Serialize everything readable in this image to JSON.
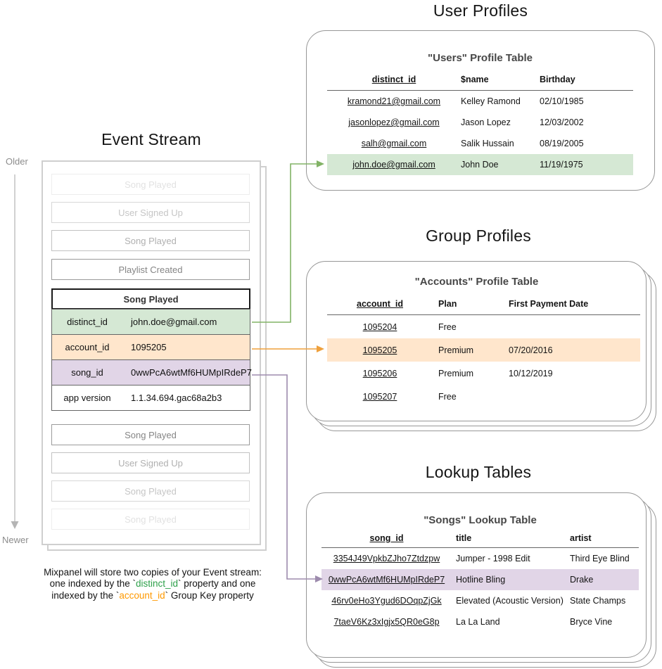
{
  "titles": {
    "event_stream": "Event Stream",
    "user_profiles": "User Profiles",
    "group_profiles": "Group Profiles",
    "lookup_tables": "Lookup Tables"
  },
  "timeline": {
    "older": "Older",
    "newer": "Newer"
  },
  "event_stream": {
    "events_before": [
      "Song Played",
      "User Signed Up",
      "Song Played",
      "Playlist Created"
    ],
    "expanded_event": {
      "title": "Song Played",
      "properties": [
        {
          "key": "distinct_id",
          "value": "john.doe@gmail.com",
          "highlight": "green"
        },
        {
          "key": "account_id",
          "value": "1095205",
          "highlight": "orange"
        },
        {
          "key": "song_id",
          "value": "0wwPcA6wtMf6HUMpIRdeP7",
          "highlight": "purple"
        },
        {
          "key": "app version",
          "value": "1.1.34.694.gac68a2b3",
          "highlight": "none"
        }
      ]
    },
    "events_after": [
      "Song Played",
      "User Signed Up",
      "Song Played",
      "Song Played"
    ]
  },
  "users_table": {
    "title": "\"Users\" Profile Table",
    "columns": [
      "distinct_id",
      "$name",
      "Birthday"
    ],
    "rows": [
      [
        "kramond21@gmail.com",
        "Kelley Ramond",
        "02/10/1985"
      ],
      [
        "jasonlopez@gmail.com",
        "Jason Lopez",
        "12/03/2002"
      ],
      [
        "salh@gmail.com",
        "Salik Hussain",
        "08/19/2005"
      ],
      [
        "john.doe@gmail.com",
        "John Doe",
        "11/19/1975"
      ]
    ],
    "highlighted_row_index": 3
  },
  "accounts_table": {
    "title": "\"Accounts\" Profile Table",
    "columns": [
      "account_id",
      "Plan",
      "First Payment Date"
    ],
    "rows": [
      [
        "1095204",
        "Free",
        ""
      ],
      [
        "1095205",
        "Premium",
        "07/20/2016"
      ],
      [
        "1095206",
        "Premium",
        "10/12/2019"
      ],
      [
        "1095207",
        "Free",
        ""
      ]
    ],
    "highlighted_row_index": 1
  },
  "songs_table": {
    "title": "\"Songs\" Lookup Table",
    "columns": [
      "song_id",
      "title",
      "artist"
    ],
    "rows": [
      [
        "3354J49VpkbZJho7Ztdzpw",
        "Jumper - 1998 Edit",
        "Third Eye Blind"
      ],
      [
        "0wwPcA6wtMf6HUMpIRdeP7",
        "Hotline Bling",
        "Drake"
      ],
      [
        "46rv0eHo3Ygud6DOqpZjGk",
        "Elevated (Acoustic Version)",
        "State Champs"
      ],
      [
        "7taeV6Kz3xIgjx5QR0eG8p",
        "La La Land",
        "Bryce Vine"
      ]
    ],
    "highlighted_row_index": 1
  },
  "caption": {
    "line1": "Mixpanel will store two copies of your Event stream:",
    "line2_pre": "one indexed by the `",
    "line2_code": "distinct_id",
    "line2_post": "` property and one",
    "line3_pre": "indexed by the `",
    "line3_code": "account_id",
    "line3_post": "` Group Key property"
  },
  "colors": {
    "green_fill": "#d5e8d4",
    "orange_fill": "#ffe6cc",
    "purple_fill": "#e1d5e7",
    "green_stroke": "#82b366",
    "orange_stroke": "#efa03c",
    "purple_stroke": "#9d8bad",
    "caption_green": "#2da04a",
    "caption_orange": "#ff9900"
  }
}
